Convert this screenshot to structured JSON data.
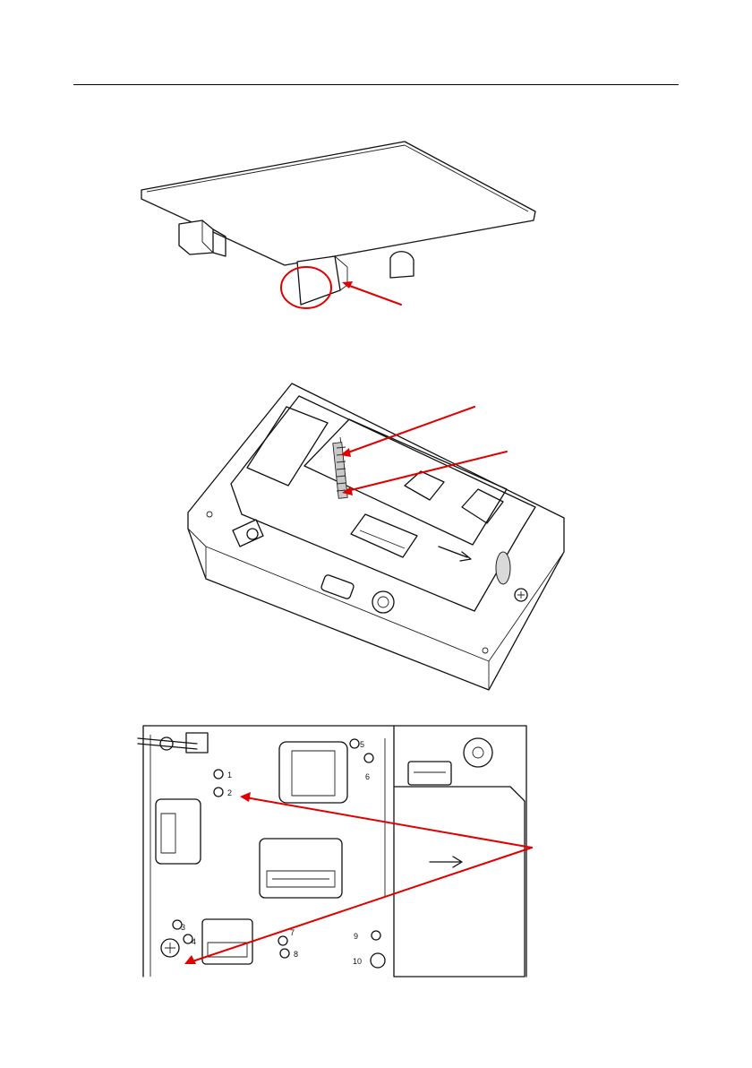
{
  "colors": {
    "callout_red": "#e10000",
    "line_black": "#111111",
    "panel_grey": "#d9d9d9"
  },
  "illustrations": [
    {
      "name": "top-cover",
      "callouts": 1
    },
    {
      "name": "indicator-base-open",
      "callouts": 2
    },
    {
      "name": "main-board-closeup",
      "callouts": 2
    }
  ],
  "board_labels": [
    "1",
    "2",
    "3",
    "4",
    "5",
    "6",
    "7",
    "8",
    "9",
    "10"
  ]
}
